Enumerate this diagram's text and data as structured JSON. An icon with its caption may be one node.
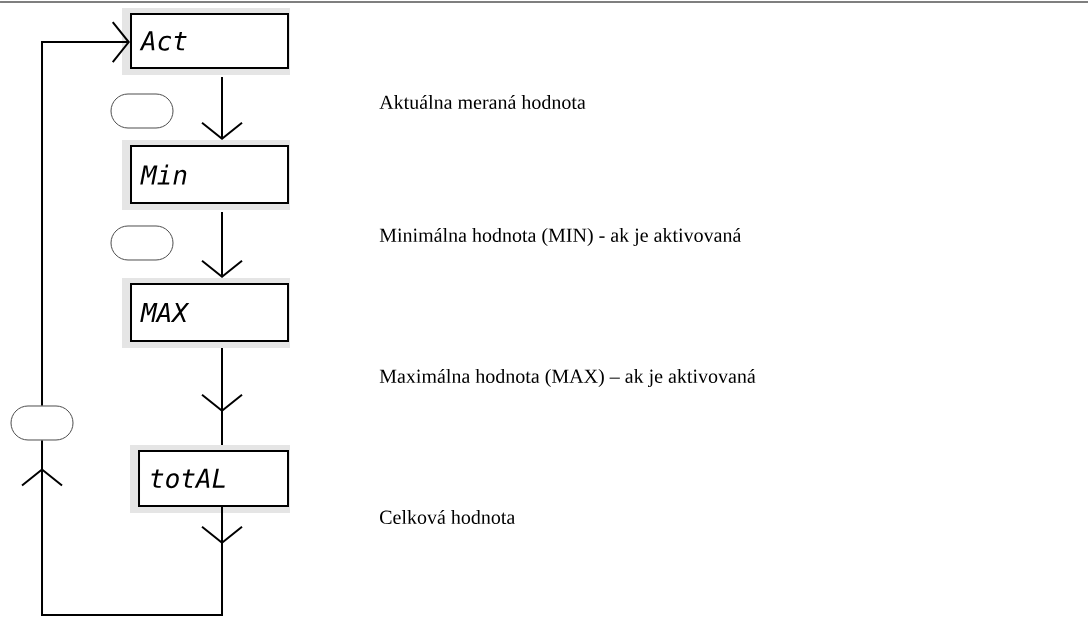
{
  "diagram": {
    "nodes": [
      {
        "text": [
          "Act"
        ]
      },
      {
        "text": [
          "Min"
        ]
      },
      {
        "text": [
          "MAX"
        ]
      },
      {
        "text": [
          "totAL"
        ]
      },
      {
        "text": [],
        "shape": "oval"
      },
      {
        "text": [],
        "shape": "oval"
      },
      {
        "text": [],
        "shape": "oval"
      }
    ],
    "edges": [
      {
        "from": 0,
        "to": 1,
        "arrow": "to"
      },
      {
        "from": 1,
        "to": 2,
        "arrow": "to"
      },
      {
        "from": 2,
        "to": 3,
        "arrow": "to"
      },
      {
        "from": 3,
        "to": 6,
        "arrow": "to"
      },
      {
        "from": 6,
        "to": 0,
        "arrow": "to"
      }
    ],
    "labels": [
      "Aktuálna meraná hodnota",
      "Minimálna hodnota (MIN)  -  ak je aktivovaná",
      "Maximálna hodnota (MAX) – ak je aktivovaná",
      "Celková hodnota"
    ]
  }
}
